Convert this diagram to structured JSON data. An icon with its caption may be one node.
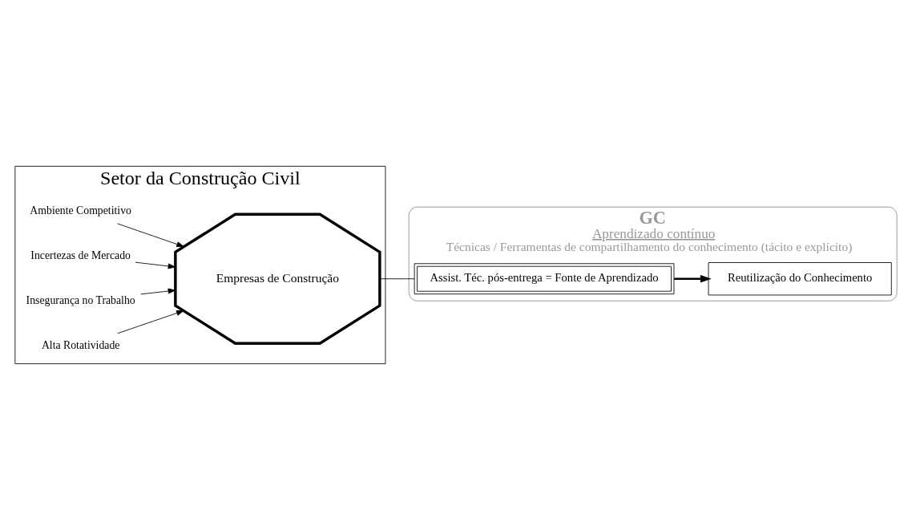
{
  "diagram": {
    "nodes": [
      {
        "text": [
          "Setor da Construção Civil"
        ]
      },
      {
        "text": [
          "Ambiente Competitivo"
        ],
        "in": 0
      },
      {
        "text": [
          "Incertezas de Mercado"
        ],
        "in": 0
      },
      {
        "text": [
          "Empresas de Construção"
        ],
        "in": 0
      },
      {
        "text": [
          "Insegurança no Trabalho"
        ],
        "in": 0
      },
      {
        "text": [
          "Alta Rotatividade"
        ],
        "in": 0
      },
      {
        "text": [
          "GC",
          "Aprendizado contínuo",
          "Técnicas / Ferramentas de compartilhamento do conhecimento (tácito e explícito)"
        ]
      },
      {
        "text": [
          "Assist. Téc. pós-entrega = Fonte de Aprendizado"
        ],
        "in": 6
      },
      {
        "text": [
          "Reutilização do Conhecimento"
        ],
        "in": 6
      }
    ],
    "edges": [
      {
        "from": 1,
        "to": 3,
        "arrow": "to"
      },
      {
        "from": 2,
        "to": 3,
        "arrow": "to"
      },
      {
        "from": 4,
        "to": 3,
        "arrow": "to"
      },
      {
        "from": 5,
        "to": 3,
        "arrow": "to"
      },
      {
        "from": 3,
        "to": 7,
        "arrow": "none"
      },
      {
        "from": 7,
        "to": 8,
        "arrow": "to",
        "style": "thick"
      }
    ]
  }
}
